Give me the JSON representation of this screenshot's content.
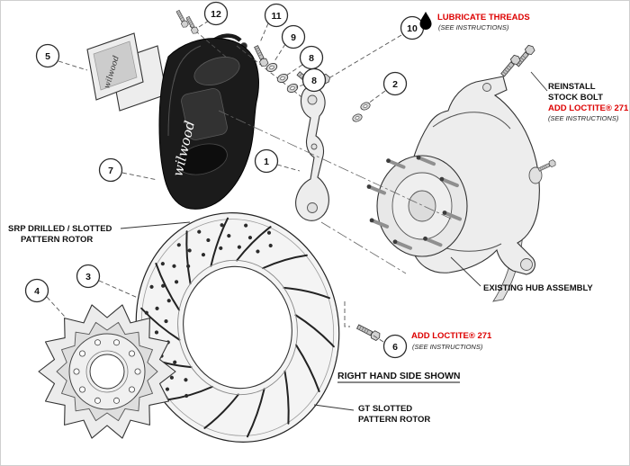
{
  "figure": {
    "brand_script": "wilwood",
    "callouts": {
      "c1": "1",
      "c2": "2",
      "c3": "3",
      "c4": "4",
      "c5": "5",
      "c6": "6",
      "c7": "7",
      "c8a": "8",
      "c8b": "8",
      "c9": "9",
      "c10": "10",
      "c11": "11",
      "c12": "12"
    },
    "legend": {
      "lubricate_title": "LUBRICATE THREADS",
      "lubricate_sub": "(SEE INSTRUCTIONS)"
    },
    "notes": {
      "reinstall_line1": "REINSTALL",
      "reinstall_line2": "STOCK BOLT",
      "reinstall_line3": "ADD LOCTITE® 271",
      "reinstall_sub": "(SEE INSTRUCTIONS)",
      "loctite_title": "ADD LOCTITE® 271",
      "loctite_sub": "(SEE INSTRUCTIONS)",
      "orientation": "RIGHT HAND SIDE SHOWN"
    },
    "part_labels": {
      "srp_line1": "SRP DRILLED / SLOTTED",
      "srp_line2": "PATTERN ROTOR",
      "hub": "EXISTING HUB ASSEMBLY",
      "gt_line1": "GT SLOTTED",
      "gt_line2": "PATTERN ROTOR"
    },
    "colors": {
      "accent_red": "#dd0000",
      "ink": "#111111",
      "caliper_black": "#1b1b1b"
    }
  }
}
